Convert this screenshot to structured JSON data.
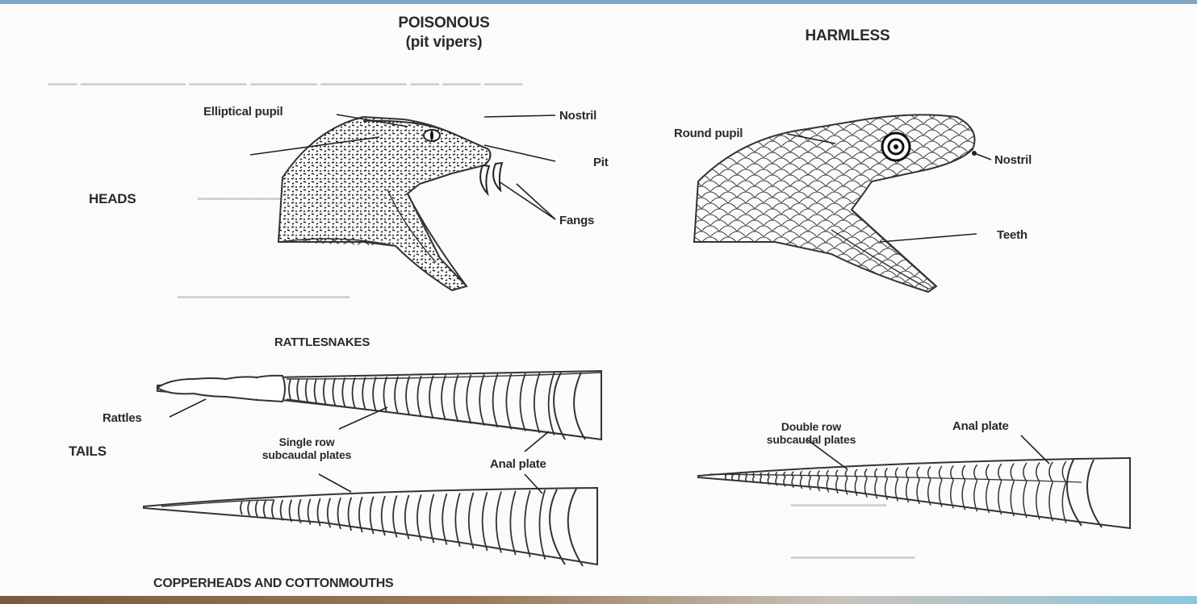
{
  "labels": {
    "poisonous_title": "POISONOUS",
    "poisonous_subtitle": "(pit vipers)",
    "harmless_title": "HARMLESS",
    "heads": "HEADS",
    "tails": "TAILS",
    "elliptical_pupil": "Elliptical pupil",
    "nostril_poison": "Nostril",
    "pit": "Pit",
    "fangs": "Fangs",
    "round_pupil": "Round pupil",
    "nostril_harmless": "Nostril",
    "teeth": "Teeth",
    "rattlesnakes": "RATTLESNAKES",
    "rattles": "Rattles",
    "single_row_1": "Single row",
    "single_row_2": "subcaudal plates",
    "anal_plate_poison": "Anal plate",
    "double_row_1": "Double row",
    "double_row_2": "subcaudal plates",
    "anal_plate_harmless": "Anal plate",
    "copperheads": "COPPERHEADS AND COTTONMOUTHS"
  },
  "colors": {
    "ink": "#2a2a2a",
    "frame_top": "#7da5c6",
    "paper": "#fbfbfb"
  }
}
